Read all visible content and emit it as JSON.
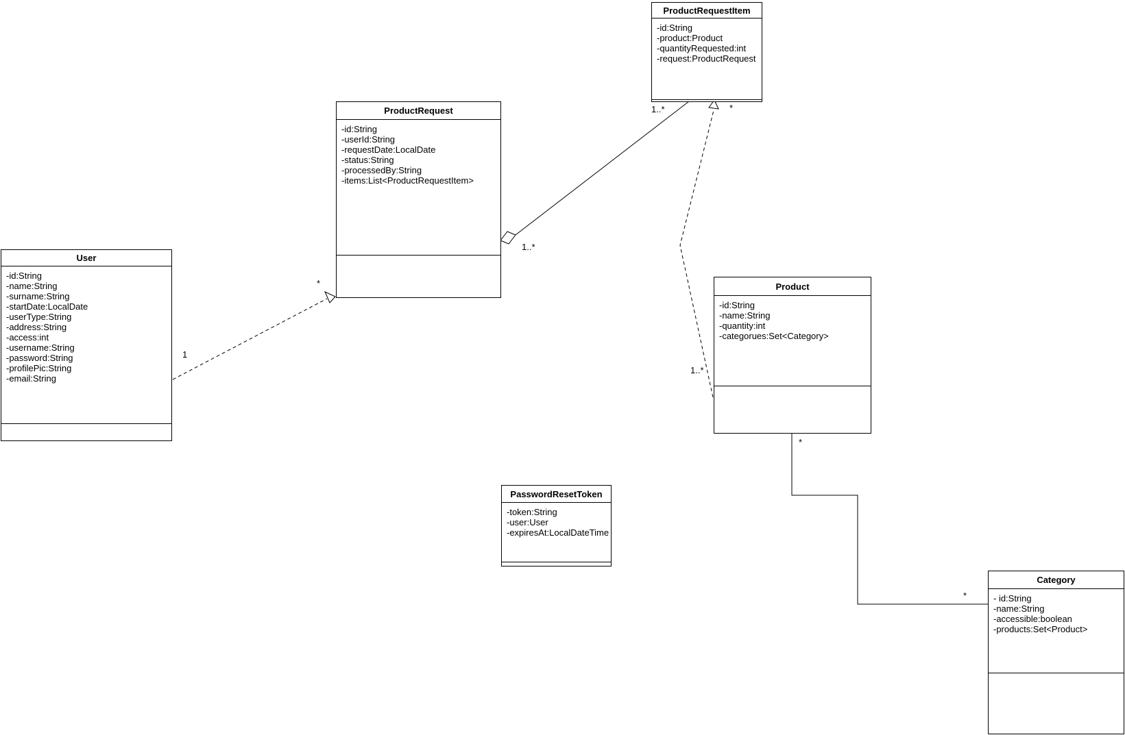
{
  "canvas": {
    "background_color": "#ffffff",
    "stroke_color": "#000000"
  },
  "diagram_type": "uml-class-diagram",
  "classes": {
    "product_request_item": {
      "title": "ProductRequestItem",
      "attributes": [
        "-id:String",
        "-product:Product",
        "-quantityRequested:int",
        "-request:ProductRequest"
      ],
      "methods": []
    },
    "product_request": {
      "title": "ProductRequest",
      "attributes": [
        "-id:String",
        "-userId:String",
        "-requestDate:LocalDate",
        "-status:String",
        "-processedBy:String",
        "-items:List<ProductRequestItem>"
      ],
      "methods": []
    },
    "user": {
      "title": "User",
      "attributes": [
        "-id:String",
        "-name:String",
        "-surname:String",
        "-startDate:LocalDate",
        "-userType:String",
        "-address:String",
        "-access:int",
        "-username:String",
        "-password:String",
        "-profilePic:String",
        "-email:String"
      ],
      "methods": []
    },
    "product": {
      "title": "Product",
      "attributes": [
        "-id:String",
        "-name:String",
        "-quantity:int",
        "-categorues:Set<Category>"
      ],
      "methods": []
    },
    "password_reset_token": {
      "title": "PasswordResetToken",
      "attributes": [
        "-token:String",
        "-user:User",
        "-expiresAt:LocalDateTime"
      ],
      "methods": []
    },
    "category": {
      "title": "Category",
      "attributes": [
        "- id:String",
        "-name:String",
        "-accessible:boolean",
        "-products:Set<Product>"
      ],
      "methods": []
    }
  },
  "multiplicities": {
    "aggregation_item_end": "1..*",
    "aggregation_request_end": "1..*",
    "dependency_item_end": "*",
    "dependency_product_end": "1..*",
    "generalization_request_end": "*",
    "generalization_user_end": "1",
    "association_product_end": "*",
    "association_category_end": "*"
  }
}
